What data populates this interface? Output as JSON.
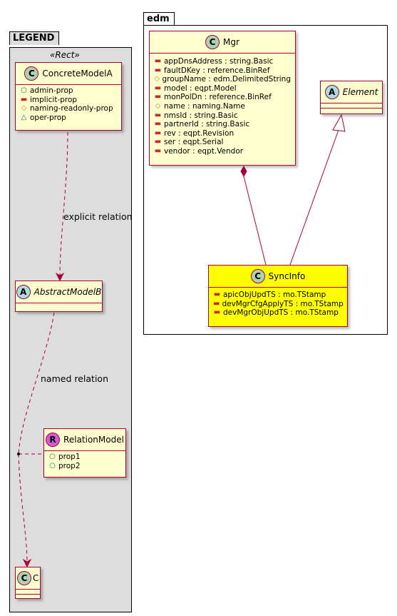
{
  "legend_package": {
    "title": "LEGEND",
    "stereotype": "«Rect»",
    "concrete_model": {
      "name": "ConcreteModelA",
      "badge": "C",
      "props": [
        {
          "vis": "○",
          "vis_name": "public",
          "text": "admin-prop"
        },
        {
          "vis": "▬",
          "vis_name": "private",
          "text": "implicit-prop"
        },
        {
          "vis": "◇",
          "vis_name": "protected",
          "text": "naming-readonly-prop"
        },
        {
          "vis": "△",
          "vis_name": "package",
          "text": "oper-prop"
        }
      ]
    },
    "explicit_relation_label": "explicit relation",
    "abstract_model": {
      "name": "AbstractModelB",
      "badge": "A"
    },
    "named_relation_label": "named relation",
    "relation_model": {
      "name": "RelationModel",
      "badge": "R",
      "props": [
        {
          "vis": "○",
          "vis_name": "public",
          "text": "prop1"
        },
        {
          "vis": "○",
          "vis_name": "public",
          "text": "prop2"
        }
      ]
    },
    "c_class": {
      "name": "C",
      "badge": "C"
    }
  },
  "edm_package": {
    "title": "edm",
    "mgr": {
      "name": "Mgr",
      "badge": "C",
      "attrs": [
        {
          "vis": "▬",
          "vis_name": "private",
          "text": "appDnsAddress : string.Basic"
        },
        {
          "vis": "▬",
          "vis_name": "private",
          "text": "faultDKey : reference.BinRef"
        },
        {
          "vis": "◇",
          "vis_name": "protected",
          "text": "groupName : edm.DelimitedString"
        },
        {
          "vis": "▬",
          "vis_name": "private",
          "text": "model : eqpt.Model"
        },
        {
          "vis": "▬",
          "vis_name": "private",
          "text": "monPolDn : reference.BinRef"
        },
        {
          "vis": "◇",
          "vis_name": "protected",
          "text": "name : naming.Name"
        },
        {
          "vis": "▬",
          "vis_name": "private",
          "text": "nmsId : string.Basic"
        },
        {
          "vis": "▬",
          "vis_name": "private",
          "text": "partnerId : string.Basic"
        },
        {
          "vis": "▬",
          "vis_name": "private",
          "text": "rev : eqpt.Revision"
        },
        {
          "vis": "▬",
          "vis_name": "private",
          "text": "ser : eqpt.Serial"
        },
        {
          "vis": "▬",
          "vis_name": "private",
          "text": "vendor : eqpt.Vendor"
        }
      ]
    },
    "element": {
      "name": "Element",
      "badge": "A"
    },
    "sync_info": {
      "name": "SyncInfo",
      "badge": "C",
      "highlight_color": "#FFFF00",
      "attrs": [
        {
          "vis": "▬",
          "vis_name": "private",
          "text": "apicObjUpdTS : mo.TStamp"
        },
        {
          "vis": "▬",
          "vis_name": "private",
          "text": "devMgrCfgApplyTS : mo.TStamp"
        },
        {
          "vis": "▬",
          "vis_name": "private",
          "text": "devMgrObjUpdTS : mo.TStamp"
        }
      ]
    }
  },
  "colors": {
    "class_fill": "#FEFECE",
    "class_border": "#A80036",
    "legend_fill": "#DDDDDD",
    "badge_class": "#ADD1B2",
    "badge_abstract": "#A9DCDF",
    "badge_relation": "#D25AD0"
  }
}
